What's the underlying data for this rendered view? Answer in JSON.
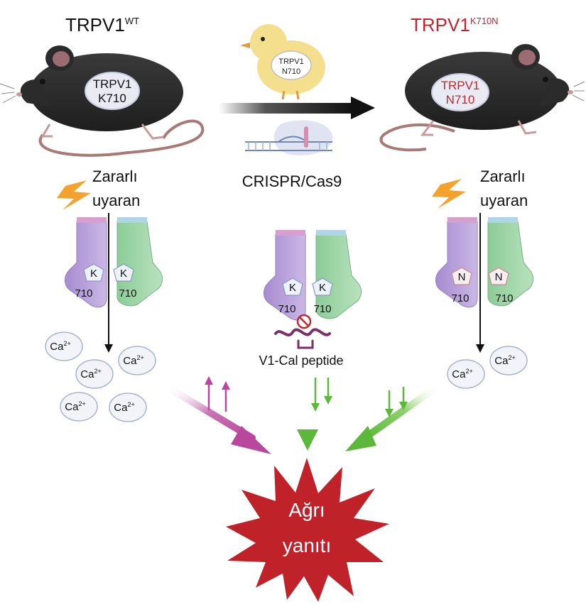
{
  "titles": {
    "wt_main": "TRPV1",
    "wt_sup": "WT",
    "mut_main": "TRPV1",
    "mut_sup": "K710N"
  },
  "mice": {
    "wt": {
      "line1": "TRPV1",
      "line2": "K710"
    },
    "mut": {
      "line1": "TRPV1",
      "line2": "N710"
    }
  },
  "chick": {
    "line1": "TRPV1",
    "line2": "N710"
  },
  "crispr_label": "CRISPR/Cas9",
  "stimulus": {
    "line1": "Zararlı",
    "line2": "uyaran"
  },
  "channels": {
    "wt": {
      "residue": "K",
      "number": "710"
    },
    "peptide": {
      "residue": "K",
      "number": "710"
    },
    "mut": {
      "residue": "N",
      "number": "710"
    }
  },
  "peptide_label": "V1-Cal peptide",
  "calcium": {
    "base": "Ca",
    "charge": "2+"
  },
  "pain": {
    "line1": "Ağrı",
    "line2": "yanıtı"
  },
  "colors": {
    "mutant_red": "#c0272d",
    "magenta_arrow": "#b9479c",
    "green_arrow": "#6cc24a",
    "burst_red": "#c0222a",
    "channel_purple": "#b9a3d9",
    "channel_green": "#9fd3a8"
  },
  "icons": [
    "mouse-icon",
    "chick-icon",
    "crispr-dna-icon",
    "lightning-icon",
    "inhibit-icon",
    "peptide-icon"
  ]
}
